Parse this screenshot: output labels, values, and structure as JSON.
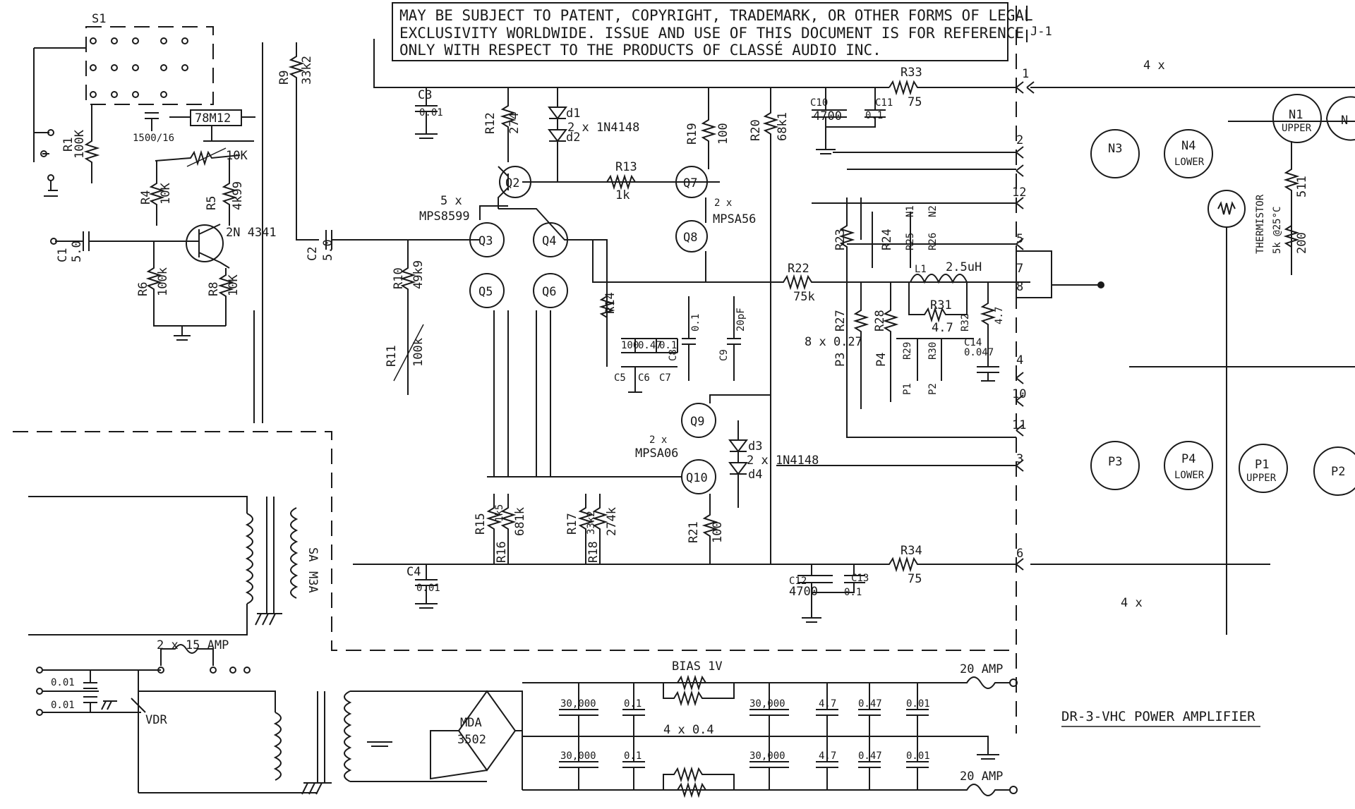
{
  "notice": {
    "lines": [
      "MAY BE SUBJECT TO PATENT, COPYRIGHT, TRADEMARK, OR OTHER FORMS OF LEGAL",
      "EXCLUSIVITY WORLDWIDE. ISSUE AND USE OF THIS DOCUMENT IS FOR REFERENCE",
      "ONLY WITH RESPECT TO THE PRODUCTS OF CLASSÉ AUDIO INC."
    ]
  },
  "title": "DR-3-VHC POWER AMPLIFIER",
  "labels": {
    "s1": "S1",
    "j1": "J-1",
    "r33": "R33",
    "r33v": "75",
    "r34": "R34",
    "r34v": "75",
    "x4_top": "4 x",
    "x4_bottom": "4 x",
    "q2": "Q2",
    "q3": "Q3",
    "q4": "Q4",
    "q5": "Q5",
    "q6": "Q6",
    "q7": "Q7",
    "q8": "Q8",
    "q9": "Q9",
    "q10": "Q10",
    "mps8599": "MPS8599",
    "x5": "5 x",
    "mpsa56": "MPSA56",
    "x2a": "2 x",
    "mpsa06": "MPSA06",
    "x2b": "2 x",
    "d1": "d1",
    "d2": "d2",
    "d_top": "2 x 1N4148",
    "d3": "d3",
    "d4": "d4",
    "d_bot": "2 x 1N4148",
    "r12": "R12",
    "r12v": "274",
    "r13": "R13",
    "r13v": "1k",
    "r19": "R19",
    "r19v": "100",
    "r20": "R20",
    "r20v": "68k1",
    "r22": "R22",
    "r22v": "75k",
    "r10": "R10",
    "r10v": "49k9",
    "r11": "R11",
    "r11v": "100k",
    "r15": "R15",
    "r15v": "1k5",
    "r16": "R16",
    "r16v": "681k",
    "r17": "R17",
    "r17v": "33k2",
    "r18": "R18",
    "r18v": "274k",
    "r21": "R21",
    "r21v": "100",
    "r9": "R9",
    "r9v": "33k2",
    "r14": "R14",
    "r1": "R1",
    "r1v": "100K",
    "r4": "R4",
    "r4v": "10K",
    "r5": "R5",
    "r5v": "4k99",
    "r6": "R6",
    "r6v": "100k",
    "r8": "R8",
    "r8v": "10K",
    "pot10k": "10K",
    "jfet": "2N 4341",
    "reg": "78M12",
    "cap1500": "1500/16",
    "c1": "C1",
    "c1v": "5.0",
    "c2": "C2",
    "c2v": "5.0",
    "c3": "C3",
    "c3v": "0.01",
    "c4": "C4",
    "c4v": "0.01",
    "c10": "C10",
    "c10v": "4700",
    "c11": "C11",
    "c11v": "0.1",
    "c12": "C12",
    "c12v": "4700",
    "c13": "C13",
    "c13v": "0.1",
    "c9": "C9",
    "c9v": "20pF",
    "c8": "C8",
    "c8v": "0.1",
    "c5": "C5",
    "c5v": "100",
    "c6": "C6",
    "c6v": "0.47",
    "c7": "C7",
    "c7v": "0.1",
    "r23": "R23",
    "r24": "R24",
    "r25": "R25",
    "r26": "R26",
    "r27": "R27",
    "r28": "R28",
    "r29": "R29",
    "r30": "R30",
    "r31": "R31",
    "r31v": "4.7",
    "r32": "R32",
    "r32v": "4.7",
    "l1": "L1",
    "l1v": "2.5uH",
    "c14": "C14",
    "c14v": "0.047",
    "n1": "N1",
    "n2": "N2",
    "p1": "P1",
    "p2": "P2",
    "p3": "P3",
    "p4": "P4",
    "x8": "8 x 0.27",
    "n3": "N3",
    "n4": "N4",
    "n1t": "N1",
    "n2t": "N",
    "p3t": "P3",
    "p4t": "P4",
    "p1t": "P1",
    "p2t": "P2",
    "lower": "LOWER",
    "upper": "UPPER",
    "thermistor": "THERMISTOR",
    "therm_val": "5k @25°C",
    "r511": "511",
    "r200": "200",
    "pin1": "1",
    "pin2": "2",
    "pin12": "12",
    "pin5": "5",
    "pin7": "7",
    "pin8": "8",
    "pin4": "4",
    "pin10": "10",
    "pin11": "11",
    "pin3": "3",
    "pin6": "6",
    "sa": "SA",
    "m3a": "M3A",
    "fuse_dual": "2 x 15 AMP",
    "vdr": "VDR",
    "c001a": "0.01",
    "c001b": "0.01",
    "mda": "MDA",
    "mda_num": "3502",
    "bias": "BIAS 1V",
    "x4_04": "4 x 0.4",
    "cap30000a": "30,000",
    "cap30000b": "30,000",
    "cap30000c": "30,000",
    "cap30000d": "30,000",
    "cap01a": "0.1",
    "cap01b": "0.1",
    "cap47a": "4.7",
    "cap47b": "4.7",
    "cap047a": "0.47",
    "cap047b": "0.47",
    "cap001c": "0.01",
    "cap001d": "0.01",
    "fuse20a": "20 AMP",
    "fuse20b": "20 AMP"
  }
}
